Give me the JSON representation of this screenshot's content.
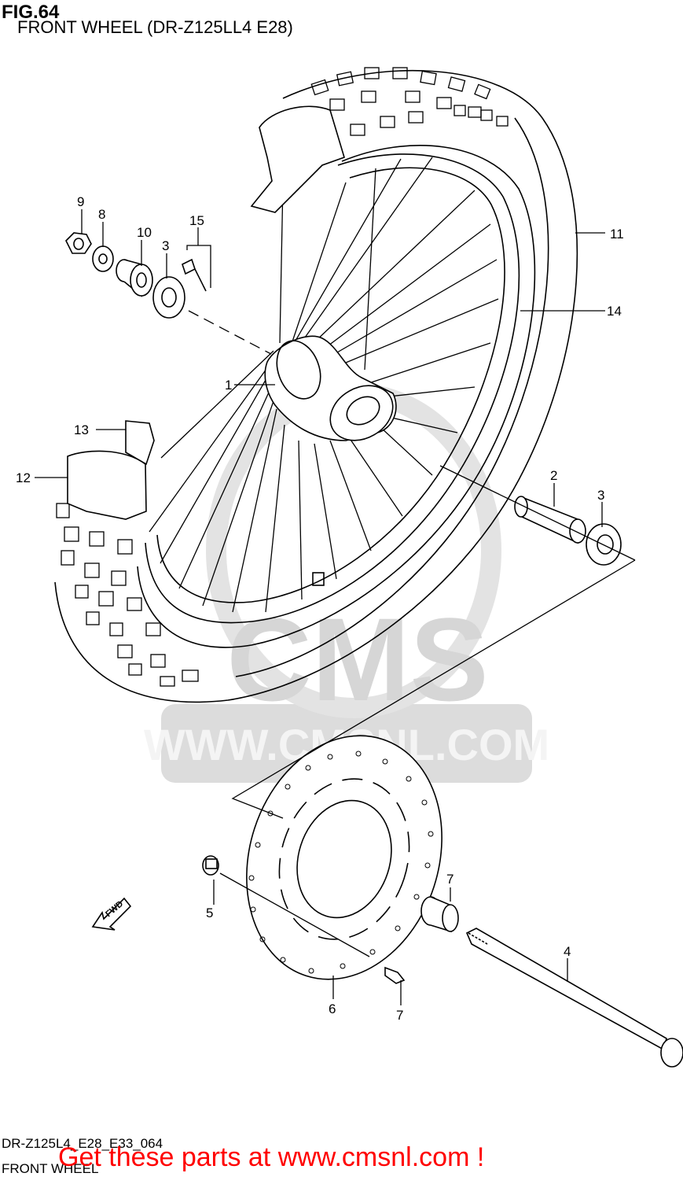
{
  "header": {
    "fig_label": "FIG.64",
    "subtitle": "FRONT WHEEL (DR-Z125LL4 E28)"
  },
  "footer": {
    "code": "DR-Z125L4_E28_E33_064",
    "name": "FRONT WHEEL",
    "promo": "Get these parts at www.cmsnl.com !"
  },
  "watermark": {
    "brand": "CMS",
    "url": "WWW.CMSNL.COM"
  },
  "direction_arrow": "FWD",
  "callouts": [
    "1",
    "2",
    "3",
    "3",
    "4",
    "5",
    "6",
    "7",
    "7",
    "8",
    "9",
    "10",
    "11",
    "12",
    "13",
    "14",
    "15"
  ],
  "colors": {
    "line": "#000000",
    "promo": "#ff0000",
    "watermark": "#d9d9d9"
  }
}
